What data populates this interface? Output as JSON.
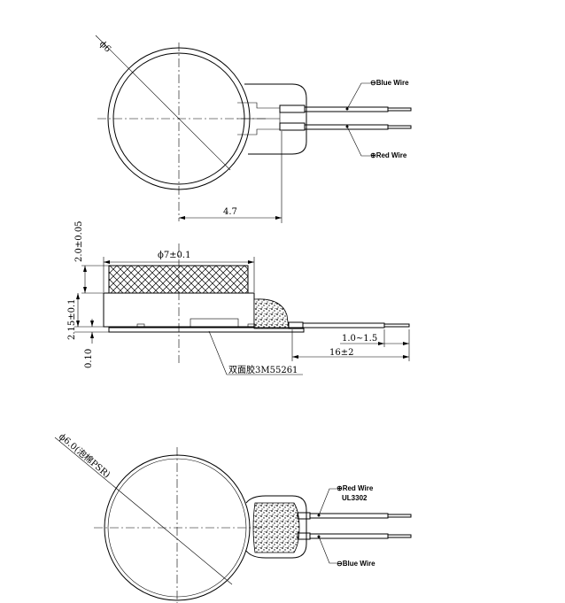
{
  "top_view": {
    "diameter_label": "ϕ6",
    "width_dim": "4.7",
    "blue_wire_label": "⊖Blue Wire",
    "red_wire_label": "⊕Red Wire"
  },
  "side_view": {
    "height_upper": "2.0±0.05",
    "height_lower": "2.15±0.1",
    "tape_thickness": "0.10",
    "diameter_dim": "ϕ7±0.1",
    "strip_dim": "1.0~1.5",
    "lead_length": "16±2",
    "tape_note": "双面胶3M55261"
  },
  "bottom_view": {
    "diameter_label": "ϕ6.0(泡棉PSR)",
    "red_wire_label": "⊕Red Wire",
    "wire_spec": "UL3302",
    "blue_wire_label": "⊖Blue Wire"
  }
}
